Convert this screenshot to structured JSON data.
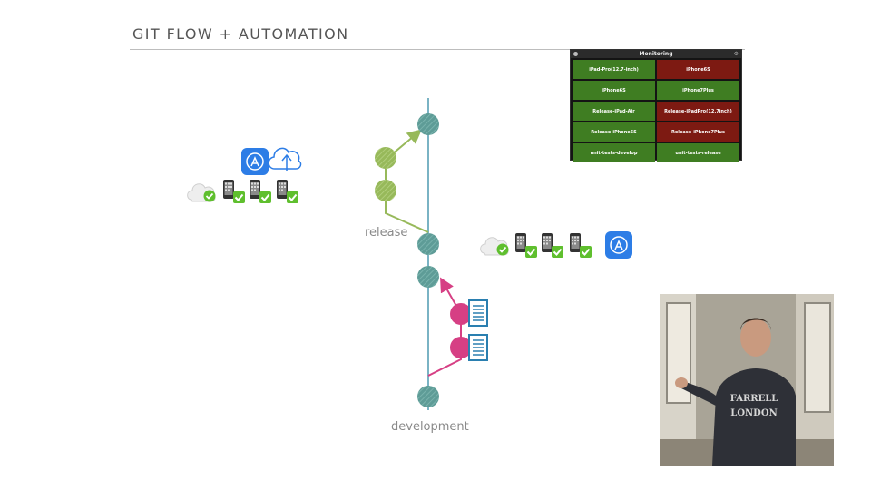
{
  "slide": {
    "title": "GIT FLOW + AUTOMATION"
  },
  "diagram": {
    "release_label": "release",
    "development_label": "development"
  },
  "monitoring": {
    "title": "Monitoring",
    "tiles": [
      {
        "label": "iPad-Pro(12.7-inch)",
        "status": "ok"
      },
      {
        "label": "iPhone6S",
        "status": "fail"
      },
      {
        "label": "iPhone6S",
        "status": "ok"
      },
      {
        "label": "iPhone7Plus",
        "status": "ok"
      },
      {
        "label": "Release-iPad-Air",
        "status": "ok"
      },
      {
        "label": "Release-iPadPro(12.7inch)",
        "status": "fail"
      },
      {
        "label": "Release-iPhone5S",
        "status": "ok"
      },
      {
        "label": "Release-iPhone7Plus",
        "status": "fail"
      },
      {
        "label": "unit-tests-develop",
        "status": "ok"
      },
      {
        "label": "unit-tests-release",
        "status": "ok"
      }
    ]
  },
  "colors": {
    "branch_line": "#7ab3c4",
    "commit_teal": "#5e9c97",
    "release_green": "#97b95a",
    "feature_pink": "#d63f84",
    "appstore_blue": "#2d7de6",
    "check_green": "#5fbf2e"
  },
  "icons": [
    "app-store-icon",
    "cloud-upload-icon",
    "cloud-check-icon",
    "phone-icon",
    "document-icon",
    "check-icon"
  ]
}
